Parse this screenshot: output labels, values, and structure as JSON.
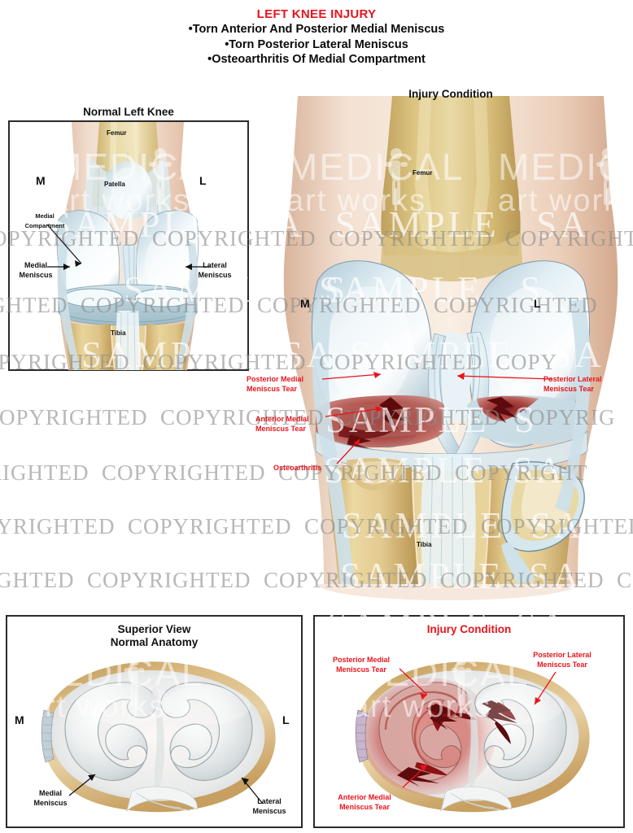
{
  "titles": {
    "main": "LEFT KNEE INJURY",
    "bullets": [
      "•Torn Anterior And Posterior Medial Meniscus",
      "•Torn Posterior Lateral Meniscus",
      "•Osteoarthritis Of Medial Compartment"
    ],
    "main_color": "#e8141c",
    "bullet_color": "#0a0a0a"
  },
  "panels": {
    "normal_front": {
      "heading": "Normal Left Knee",
      "heading_color": "#111111",
      "labels": {
        "femur": "Femur",
        "patella": "Patella",
        "medial_side": "M",
        "lateral_side": "L",
        "medial_compartment": "Medial\nCompartment",
        "medial_meniscus": "Medial\nMeniscus",
        "lateral_meniscus": "Lateral\nMeniscus",
        "tibia": "Tibia"
      }
    },
    "injury_front": {
      "heading": "Injury Condition",
      "heading_color": "#111111",
      "labels": {
        "femur": "Femur",
        "medial_side": "M",
        "lateral_side": "L",
        "posterior_medial_tear": "Posterior Medial\nMeniscus Tear",
        "posterior_lateral_tear": "Posterior Lateral\nMeniscus Tear",
        "anterior_medial_tear": "Anterior Medial\nMeniscus Tear",
        "osteoarthritis": "Osteoarthritis",
        "tibia": "Tibia"
      }
    },
    "superior_normal": {
      "heading": "Superior View\nNormal Anatomy",
      "heading_color": "#111111",
      "labels": {
        "medial_side": "M",
        "lateral_side": "L",
        "medial_meniscus": "Medial\nMeniscus",
        "lateral_meniscus": "Lateral\nMeniscus"
      }
    },
    "superior_injury": {
      "heading": "Injury Condition",
      "heading_color": "#e8141c",
      "labels": {
        "posterior_medial_tear": "Posterior Medial\nMeniscus Tear",
        "posterior_lateral_tear": "Posterior Lateral\nMeniscus Tear",
        "anterior_medial_tear": "Anterior Medial\nMeniscus Tear"
      }
    }
  },
  "watermarks": {
    "copyright_text": "COPYRIGHTED",
    "sample_text": "SAMPLE",
    "logo_line1": "MEDICAL",
    "logo_line2": "art   works",
    "copyright_color": "#8d8d8d",
    "sample_color": "#ffffff"
  },
  "palette": {
    "bone_yellow": "#d9c07f",
    "bone_yellow_light": "#e8d9a8",
    "cartilage": "#cfdfe6",
    "cartilage_light": "#eef5f8",
    "skin": "#e5c9b4",
    "skin_light": "#f0ddcd",
    "meniscus_blue": "#bcd6df",
    "tear_red": "#8e1418",
    "tear_red_bright": "#c4282b",
    "ligament": "#c3d9e2"
  }
}
